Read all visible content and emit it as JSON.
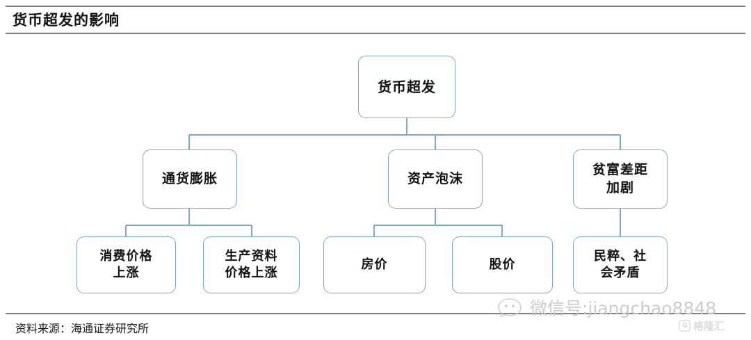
{
  "header": {
    "title": "货币超发的影响"
  },
  "diagram": {
    "type": "tree",
    "root": {
      "label": "货币超发",
      "children": [
        {
          "label": "通货膨胀",
          "children": [
            {
              "label": "消费价格\n上涨"
            },
            {
              "label": "生产资料\n价格上涨"
            }
          ]
        },
        {
          "label": "资产泡沫",
          "children": [
            {
              "label": "房价"
            },
            {
              "label": "股价"
            }
          ]
        },
        {
          "label": "贫富差距\n加剧",
          "children": [
            {
              "label": "民粹、社\n会矛盾"
            }
          ]
        }
      ]
    },
    "nodes": {
      "root": "货币超发",
      "l2_0": "通货膨胀",
      "l2_1": "资产泡沫",
      "l2_2": "贫富差距\n加剧",
      "l3_0": "消费价格\n上涨",
      "l3_1": "生产资料\n价格上涨",
      "l3_2": "房价",
      "l3_3": "股价",
      "l3_4": "民粹、社\n会矛盾"
    }
  },
  "footer": {
    "source": "资料来源：海通证券研究所"
  },
  "watermarks": {
    "wechat": "微信号:jiangchao8848",
    "brand": "格隆汇"
  },
  "colors": {
    "node_border": "#7BA7D7",
    "connector": "#7BA7D7",
    "rule": "#808080",
    "text": "#121212",
    "watermark": "#c3c8cc"
  }
}
